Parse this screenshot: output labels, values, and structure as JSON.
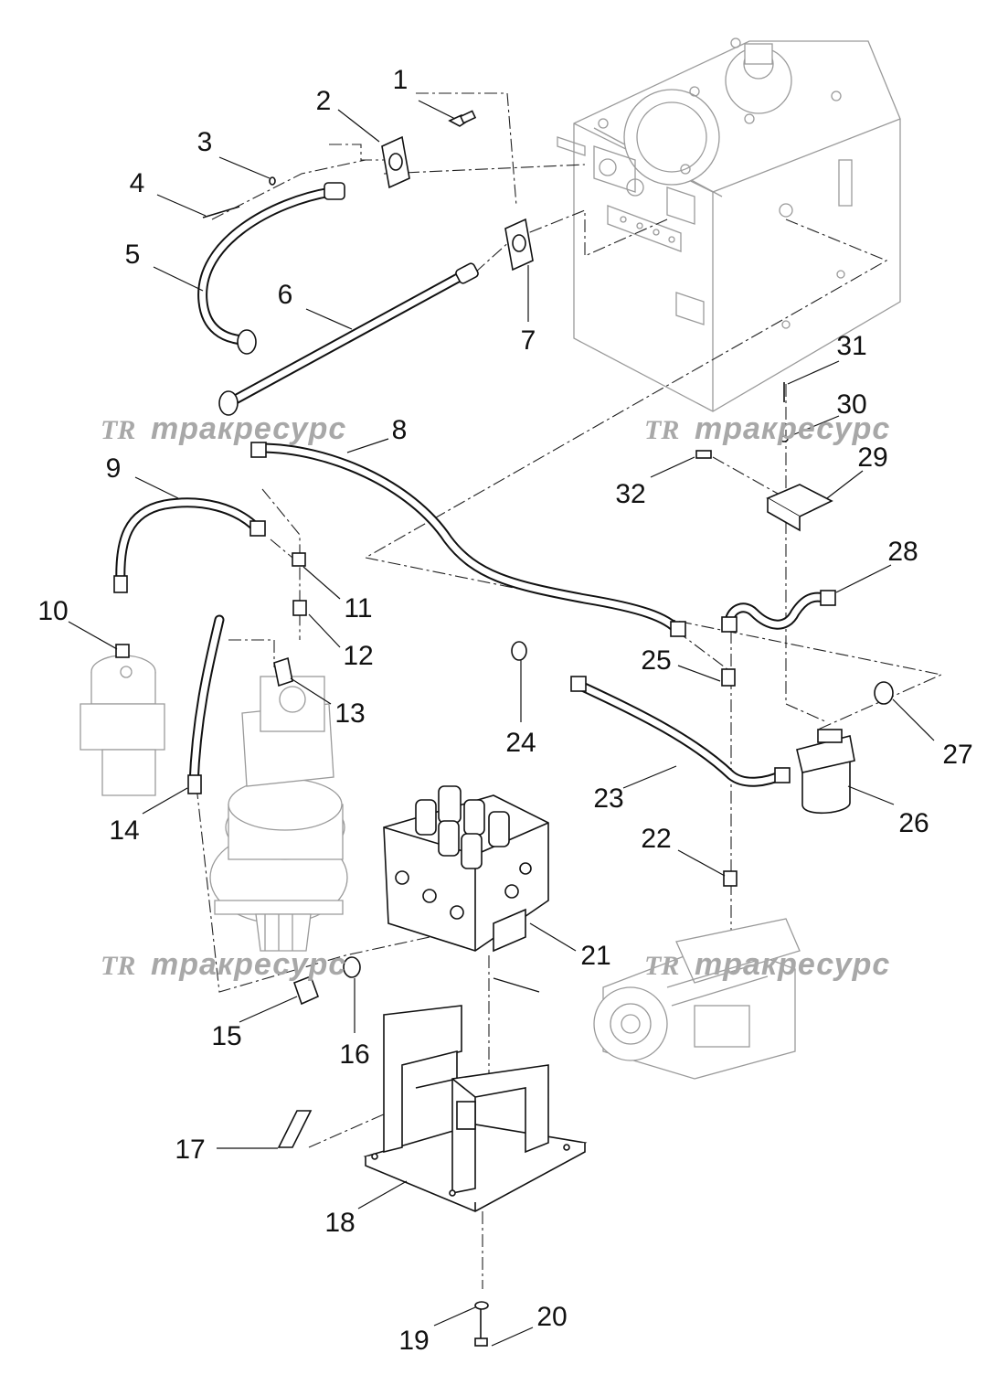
{
  "callouts": [
    "1",
    "2",
    "3",
    "4",
    "5",
    "6",
    "7",
    "8",
    "9",
    "10",
    "11",
    "12",
    "13",
    "14",
    "15",
    "16",
    "17",
    "18",
    "19",
    "20",
    "21",
    "22",
    "23",
    "24",
    "25",
    "26",
    "27",
    "28",
    "29",
    "30",
    "31",
    "32"
  ],
  "watermark": {
    "logo": "TR",
    "text": "тракресурс"
  }
}
